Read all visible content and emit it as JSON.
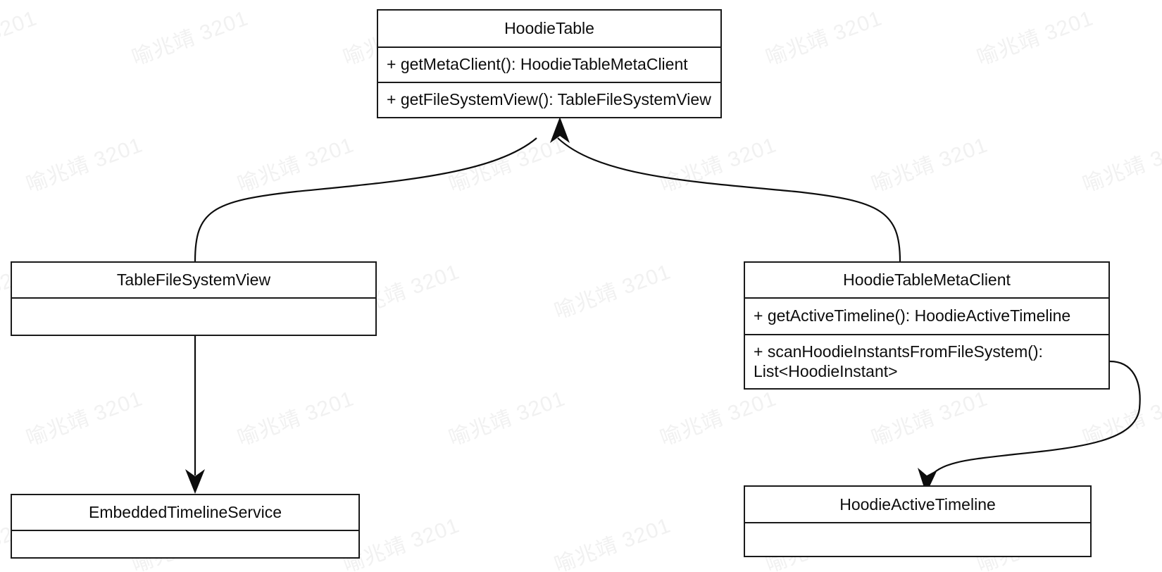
{
  "diagram": {
    "kind": "uml-class-diagram",
    "background": "#ffffff",
    "stroke_color": "#0d0d0d",
    "watermark": {
      "text": "喻兆靖 3201",
      "color": "#f1f1f1",
      "angle_deg": -20
    },
    "classes": [
      {
        "id": "hoodie-table",
        "name": "HoodieTable",
        "members": [
          "+ getMetaClient(): HoodieTableMetaClient",
          "+ getFileSystemView(): TableFileSystemView"
        ]
      },
      {
        "id": "table-file-system-view",
        "name": "TableFileSystemView",
        "members": [
          ""
        ]
      },
      {
        "id": "hoodie-table-meta-client",
        "name": "HoodieTableMetaClient",
        "members": [
          "+ getActiveTimeline(): HoodieActiveTimeline",
          "+ scanHoodieInstantsFromFileSystem():\nList<HoodieInstant>"
        ]
      },
      {
        "id": "embedded-timeline-service",
        "name": "EmbeddedTimelineService",
        "members": [
          ""
        ]
      },
      {
        "id": "hoodie-active-timeline",
        "name": "HoodieActiveTimeline",
        "members": [
          ""
        ]
      }
    ],
    "edges": [
      {
        "id": "edge-tablefilesystemview-to-hoodietable",
        "from": "TableFileSystemView",
        "to": "HoodieTable",
        "style": "curved",
        "arrow": "solid-filled"
      },
      {
        "id": "edge-metaclient-to-hoodietable",
        "from": "HoodieTableMetaClient",
        "to": "HoodieTable",
        "style": "curved",
        "arrow": "solid-filled"
      },
      {
        "id": "edge-tablefilesystemview-to-embeddedtimelineservice",
        "from": "TableFileSystemView",
        "to": "EmbeddedTimelineService",
        "style": "straight",
        "arrow": "solid-filled"
      },
      {
        "id": "edge-metaclient-to-activetimeline",
        "from": "HoodieTableMetaClient",
        "to": "HoodieActiveTimeline",
        "style": "curved",
        "arrow": "solid-filled"
      }
    ]
  }
}
